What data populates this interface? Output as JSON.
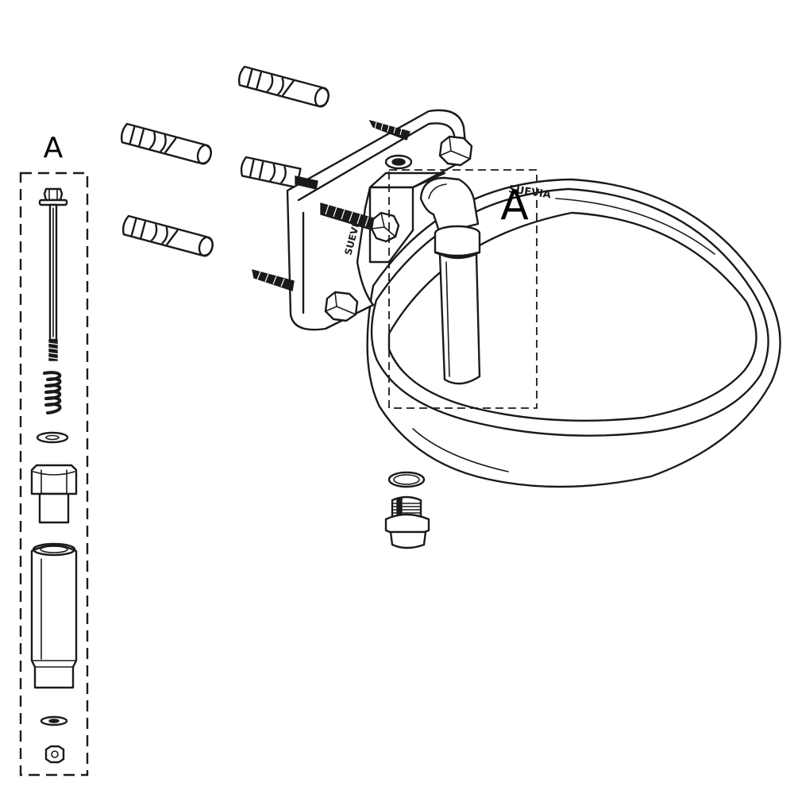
{
  "callouts": {
    "detail_label": "A",
    "bowl_label": "A"
  },
  "embossed_text": {
    "bowl_rim": "SUEVIA",
    "bracket": "SUEVIA"
  },
  "colors": {
    "line": "#1a1a1a",
    "background": "#ffffff"
  }
}
